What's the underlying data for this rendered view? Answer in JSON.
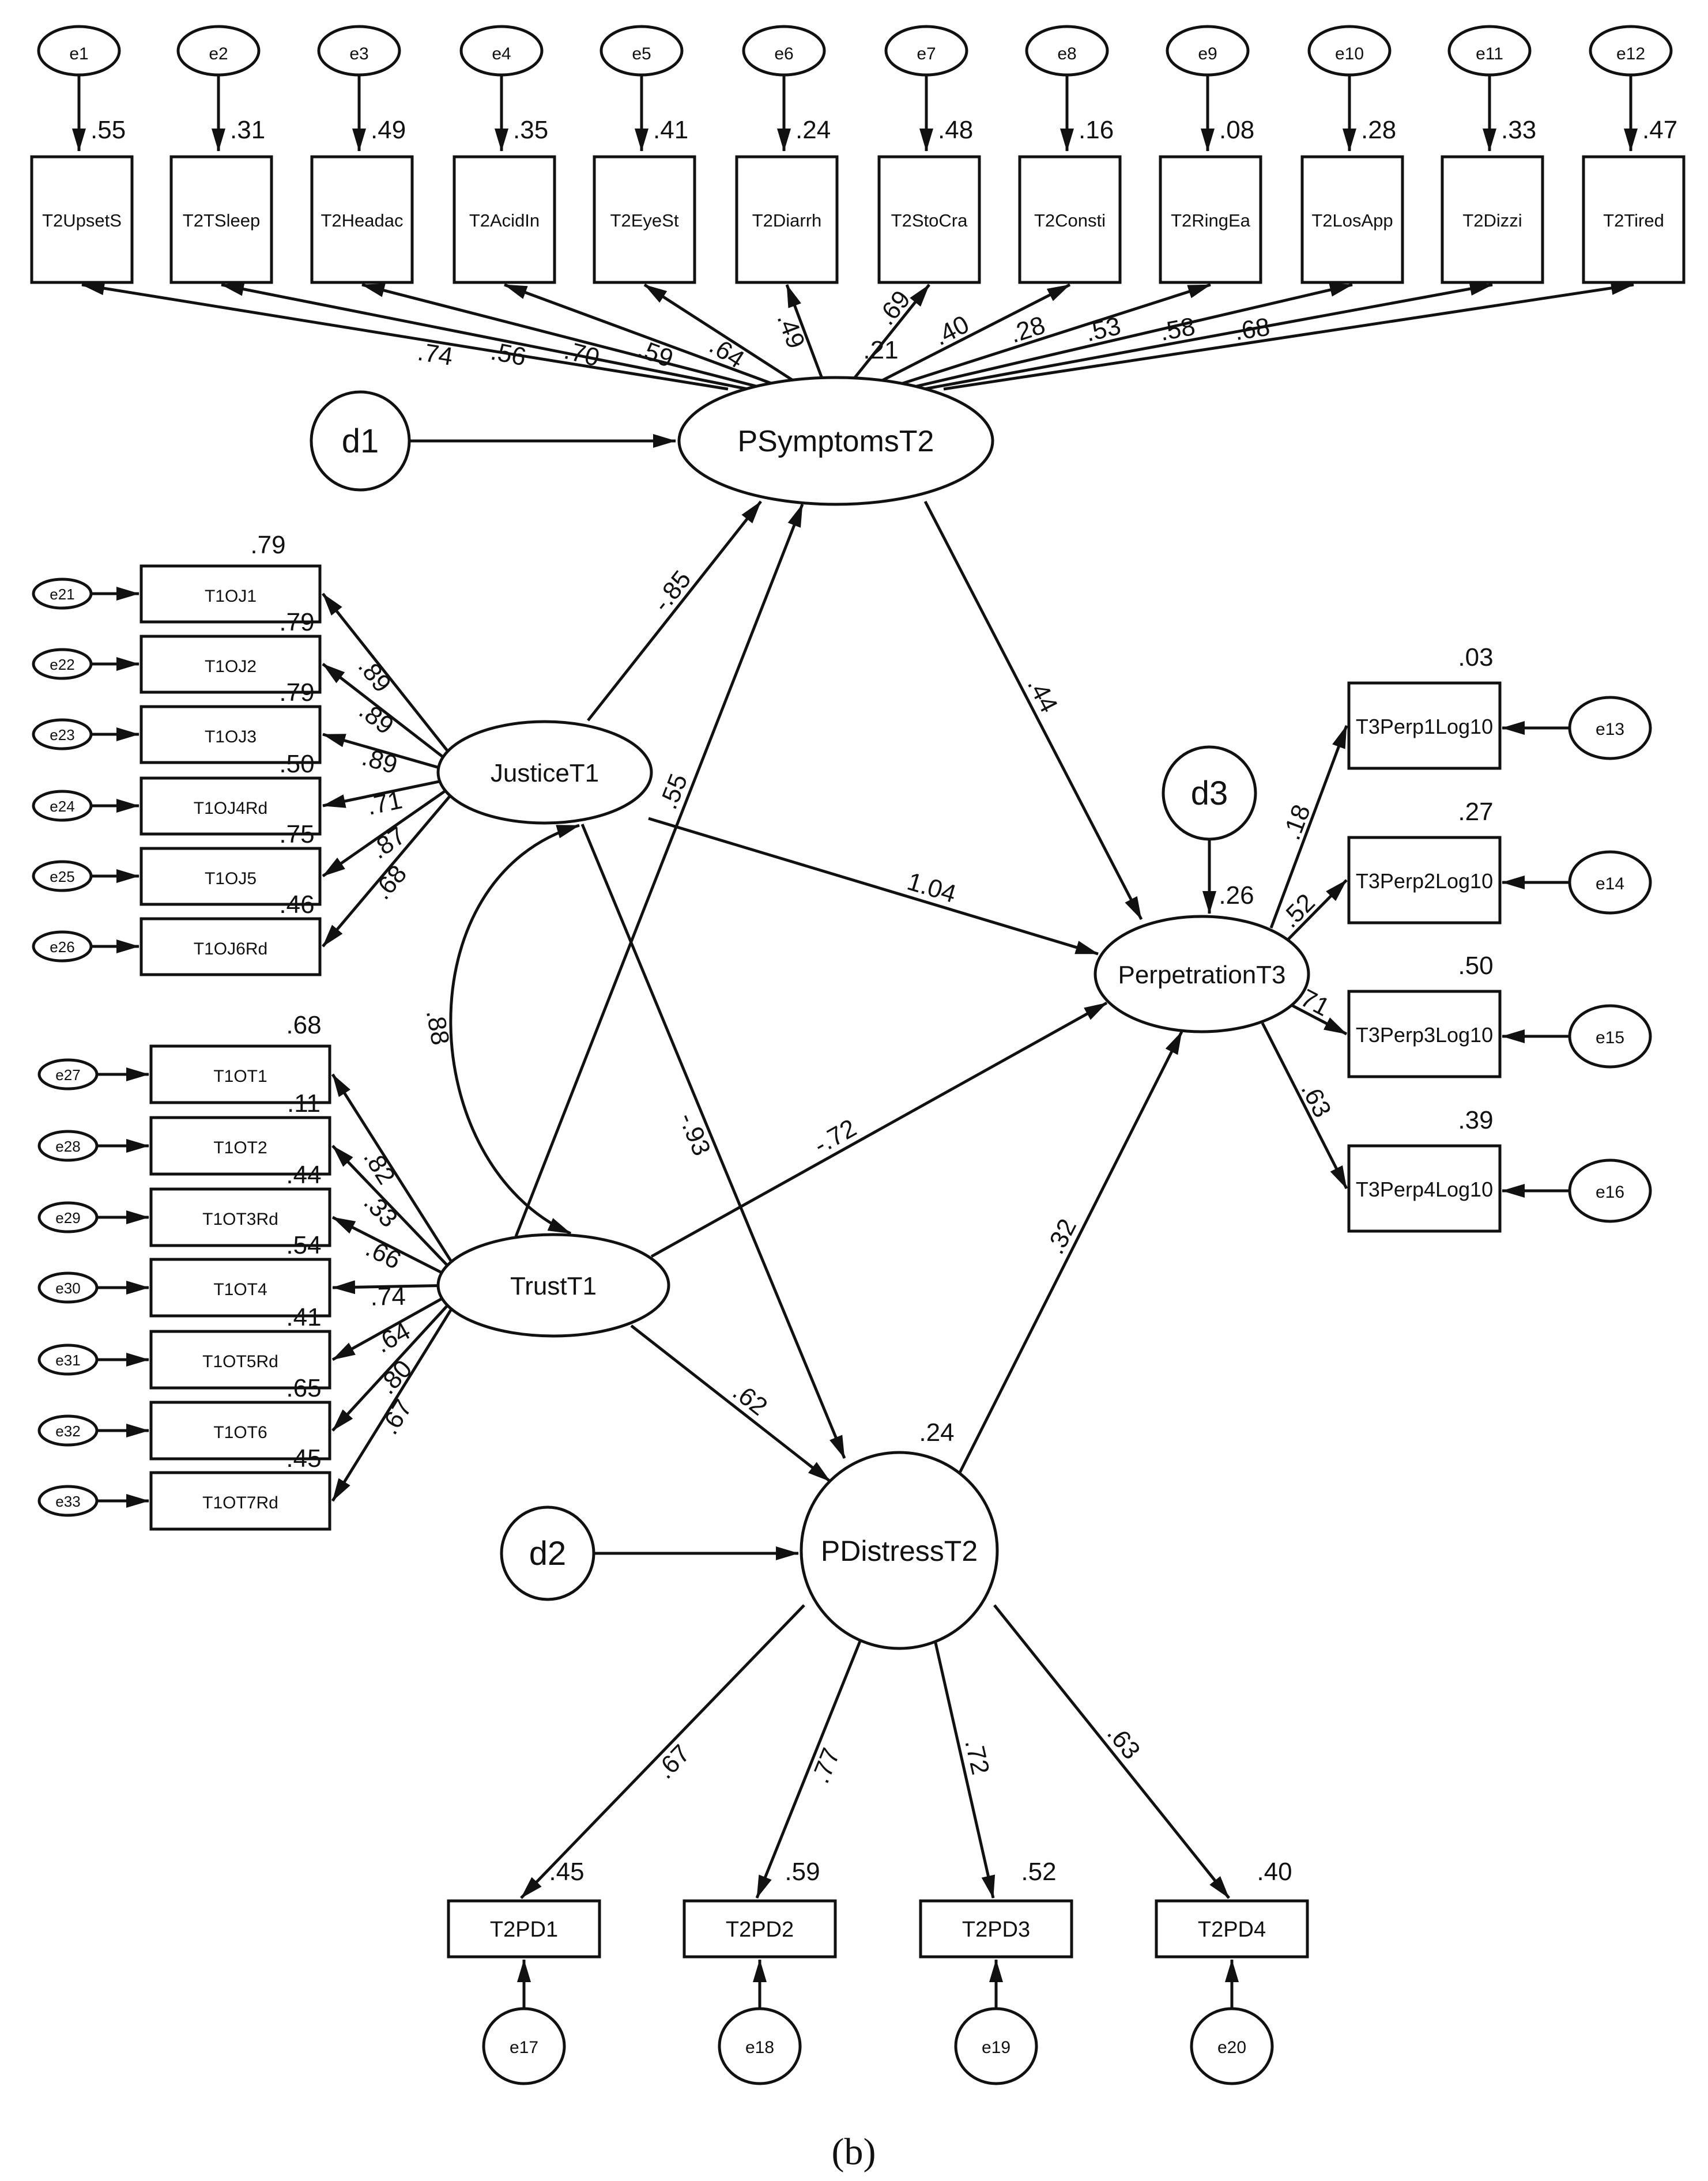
{
  "diagram": {
    "caption": "(b)",
    "latents": {
      "psymptoms": "PSymptomsT2",
      "justice": "JusticeT1",
      "trust": "TrustT1",
      "perpetration": "PerpetrationT3",
      "pdistress": "PDistressT2"
    },
    "disturbances": {
      "d1": "d1",
      "d2": "d2",
      "d3": "d3"
    },
    "symptom_indicators": [
      {
        "error": "e1",
        "label": "T2UpsetS",
        "r2": ".55",
        "loading": ".74"
      },
      {
        "error": "e2",
        "label": "T2TSleep",
        "r2": ".31",
        "loading": ".56"
      },
      {
        "error": "e3",
        "label": "T2Headac",
        "r2": ".49",
        "loading": ".70"
      },
      {
        "error": "e4",
        "label": "T2AcidIn",
        "r2": ".35",
        "loading": ".59"
      },
      {
        "error": "e5",
        "label": "T2EyeSt",
        "r2": ".41",
        "loading": ".64"
      },
      {
        "error": "e6",
        "label": "T2Diarrh",
        "r2": ".24",
        "loading": ".49"
      },
      {
        "error": "e7",
        "label": "T2StoCra",
        "r2": ".48",
        "loading": ".69"
      },
      {
        "error": "e8",
        "label": "T2Consti",
        "r2": ".16",
        "loading": ".40"
      },
      {
        "error": "e9",
        "label": "T2RingEa",
        "r2": ".08",
        "loading": ".28"
      },
      {
        "error": "e10",
        "label": "T2LosApp",
        "r2": ".28",
        "loading": ".53"
      },
      {
        "error": "e11",
        "label": "T2Dizzi",
        "r2": ".33",
        "loading": ".58"
      },
      {
        "error": "e12",
        "label": "T2Tired",
        "r2": ".47",
        "loading": ".68"
      }
    ],
    "symptoms_r2": ".21",
    "justice_indicators": [
      {
        "error": "e21",
        "label": "T1OJ1",
        "r2": ".79",
        "loading": ".89"
      },
      {
        "error": "e22",
        "label": "T1OJ2",
        "r2": ".79",
        "loading": ".89"
      },
      {
        "error": "e23",
        "label": "T1OJ3",
        "r2": ".79",
        "loading": ".89"
      },
      {
        "error": "e24",
        "label": "T1OJ4Rd",
        "r2": ".50",
        "loading": ".71"
      },
      {
        "error": "e25",
        "label": "T1OJ5",
        "r2": ".75",
        "loading": ".87"
      },
      {
        "error": "e26",
        "label": "T1OJ6Rd",
        "r2": ".46",
        "loading": ".68"
      }
    ],
    "trust_indicators": [
      {
        "error": "e27",
        "label": "T1OT1",
        "r2": ".68",
        "loading": ".82"
      },
      {
        "error": "e28",
        "label": "T1OT2",
        "r2": ".11",
        "loading": ".33"
      },
      {
        "error": "e29",
        "label": "T1OT3Rd",
        "r2": ".44",
        "loading": ".66"
      },
      {
        "error": "e30",
        "label": "T1OT4",
        "r2": ".54",
        "loading": ".74"
      },
      {
        "error": "e31",
        "label": "T1OT5Rd",
        "r2": ".41",
        "loading": ".64"
      },
      {
        "error": "e32",
        "label": "T1OT6",
        "r2": ".65",
        "loading": ".80"
      },
      {
        "error": "e33",
        "label": "T1OT7Rd",
        "r2": ".45",
        "loading": ".67"
      }
    ],
    "perp_indicators": [
      {
        "error": "e13",
        "label": "T3Perp1Log10",
        "r2": ".03",
        "loading": ".18"
      },
      {
        "error": "e14",
        "label": "T3Perp2Log10",
        "r2": ".27",
        "loading": ".52"
      },
      {
        "error": "e15",
        "label": "T3Perp3Log10",
        "r2": ".50",
        "loading": ".71"
      },
      {
        "error": "e16",
        "label": "T3Perp4Log10",
        "r2": ".39",
        "loading": ".63"
      }
    ],
    "perp_r2": ".26",
    "distress_indicators": [
      {
        "error": "e17",
        "label": "T2PD1",
        "r2": ".45",
        "loading": ".67"
      },
      {
        "error": "e18",
        "label": "T2PD2",
        "r2": ".59",
        "loading": ".77"
      },
      {
        "error": "e19",
        "label": "T2PD3",
        "r2": ".52",
        "loading": ".72"
      },
      {
        "error": "e20",
        "label": "T2PD4",
        "r2": ".40",
        "loading": ".63"
      }
    ],
    "distress_r2": ".24",
    "paths": {
      "justice_symptoms": "-.85",
      "justice_perp": "1.04",
      "justice_distress": "-.93",
      "trust_symptoms": ".55",
      "trust_perp": "-.72",
      "trust_distress": ".62",
      "symptoms_perp": ".44",
      "distress_perp": ".32",
      "justice_trust_cov": ".88"
    }
  }
}
